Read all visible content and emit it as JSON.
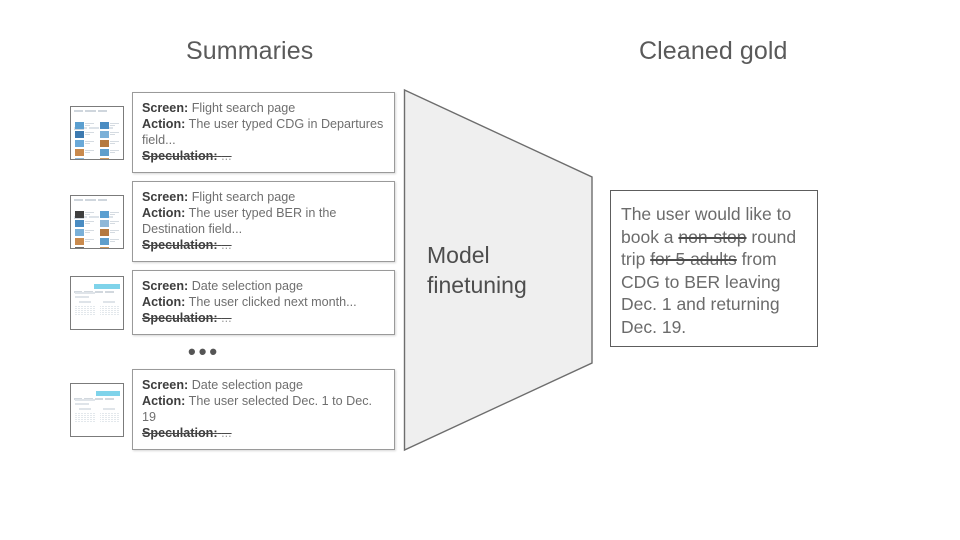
{
  "headings": {
    "summaries": "Summaries",
    "cleaned_gold": "Cleaned gold"
  },
  "funnel": {
    "label_line1": "Model",
    "label_line2": "finetuning",
    "fill_color": "#efefef",
    "stroke_color": "#6d6d6d"
  },
  "labels": {
    "screen": "Screen:",
    "action": "Action:",
    "speculation": "Speculation:",
    "ellipsis": "...",
    "dots_separator": "•••"
  },
  "summaries": [
    {
      "thumbnail": "flight-search-page-thumbnail",
      "screen_label": "Screen:",
      "screen_value": "Flight search page",
      "action_label": "Action:",
      "action_value": "The user typed CDG in Departures field...",
      "speculation_label": "Speculation:",
      "speculation_value": "...",
      "speculation_struck": true
    },
    {
      "thumbnail": "flight-search-page-thumbnail",
      "screen_label": "Screen:",
      "screen_value": "Flight search page",
      "action_label": "Action:",
      "action_value": "The user typed BER in the Destination field...",
      "speculation_label": "Speculation:",
      "speculation_value": "...",
      "speculation_struck": true
    },
    {
      "thumbnail": "date-selection-page-thumbnail",
      "screen_label": "Screen:",
      "screen_value": "Date selection page",
      "action_label": "Action:",
      "action_value": "The user clicked next month...",
      "speculation_label": "Speculation:",
      "speculation_value": "...",
      "speculation_struck": true
    },
    {
      "thumbnail": "date-selection-page-thumbnail",
      "screen_label": "Screen:",
      "screen_value": "Date selection page",
      "action_label": "Action:",
      "action_value": "The user selected Dec. 1 to Dec. 19",
      "speculation_label": "Speculation:",
      "speculation_value": "...",
      "speculation_struck": true
    }
  ],
  "gold": {
    "segments": [
      {
        "text": "The user would like to book a ",
        "struck": false
      },
      {
        "text": "non-stop",
        "struck": true
      },
      {
        "text": " round trip ",
        "struck": false
      },
      {
        "text": "for 5 adults",
        "struck": true
      },
      {
        "text": " from CDG to BER leaving Dec. 1 and returning Dec. 19.",
        "struck": false
      }
    ],
    "full_text": "The user would like to book a non-stop round trip for 5 adults from CDG to BER leaving Dec. 1 and returning Dec. 19."
  },
  "colors": {
    "background": "#ffffff",
    "heading_text": "#5a5a5a",
    "body_text": "#6f6f6f",
    "label_text": "#3d3d3d",
    "card_border": "#9a9a9a",
    "calendar_highlight": "#7fd3ea"
  }
}
